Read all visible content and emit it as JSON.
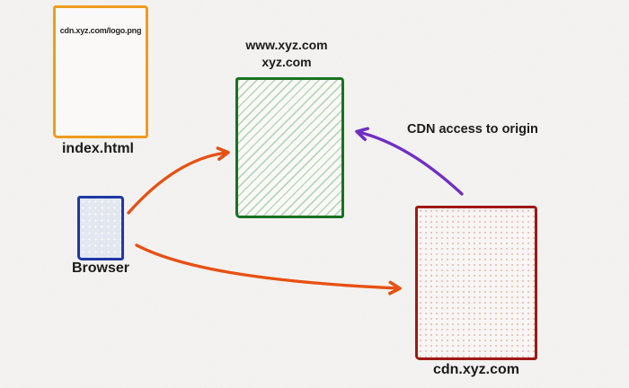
{
  "diagram": {
    "background_color": "#f4f3f1",
    "nodes": {
      "logo": {
        "inner_text": "cdn.xyz.com/logo.png",
        "label": "index.html",
        "border_color": "#ef9b1c"
      },
      "origin": {
        "label_line1": "www.xyz.com",
        "label_line2": "xyz.com",
        "border_color": "#166f1d",
        "hatch_color": "#bcd6bd"
      },
      "browser": {
        "label": "Browser",
        "border_color": "#1c35a5",
        "fill_color": "#e4e9f2"
      },
      "cdn": {
        "label": "cdn.xyz.com",
        "border_color": "#9d150f",
        "dot_color": "#e6c6c1"
      }
    },
    "arrows": {
      "browser_to_origin": {
        "color": "#e84e0f"
      },
      "browser_to_cdn": {
        "color": "#e84e0f"
      },
      "cdn_to_origin": {
        "color": "#6d2bc4",
        "label": "CDN access to origin"
      }
    }
  }
}
